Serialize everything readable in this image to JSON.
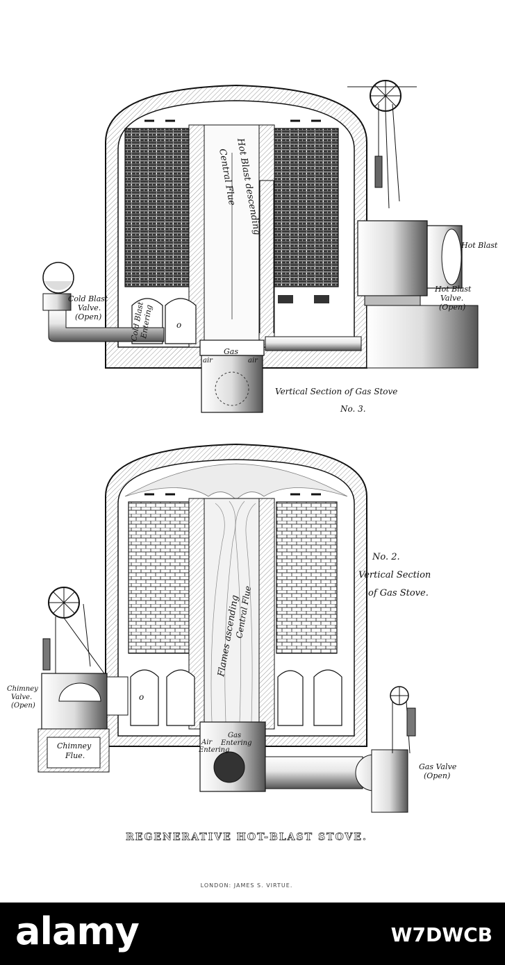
{
  "plate": {
    "stove3": {
      "caption_line1": "Vertical Section of Gas Stove",
      "caption_line2": "No. 3.",
      "label_hot_blast_descending": "Hot Blast descending",
      "label_central_flue": "Central Flue",
      "label_cold_blast_valve_1": "Cold Blast",
      "label_cold_blast_valve_2": "Valve.",
      "label_cold_blast_valve_3": "(Open)",
      "label_cold_blast_entering_1": "Cold Blast",
      "label_cold_blast_entering_2": "Entering",
      "label_hot_blast": "Hot Blast",
      "label_hot_blast_valve_1": "Hot Blast",
      "label_hot_blast_valve_2": "Valve.",
      "label_hot_blast_valve_3": "(Open)",
      "label_gas": "Gas",
      "label_air_left": "air",
      "label_air_right": "air",
      "label_o": "o"
    },
    "stove2": {
      "caption_line1": "No. 2.",
      "caption_line2": "Vertical Section",
      "caption_line3": "of Gas Stove.",
      "label_flames_ascending": "Flames ascending",
      "label_central_flue": "Central Flue",
      "label_chimney_valve_1": "Chimney",
      "label_chimney_valve_2": "Valve.",
      "label_chimney_valve_3": "(Open)",
      "label_chimney_flue_1": "Chimney",
      "label_chimney_flue_2": "Flue.",
      "label_gas_entering_1": "Gas",
      "label_gas_entering_2": "Entering",
      "label_air_entering_1": "Air",
      "label_air_entering_2": "Entering",
      "label_gas_valve_1": "Gas Valve",
      "label_gas_valve_2": "(Open)",
      "label_o": "o"
    },
    "title": "REGENERATIVE HOT-BLAST STOVE.",
    "publisher": "LONDON: JAMES S. VIRTUE."
  },
  "footer": {
    "brand": "alamy",
    "stock_id": "W7DWCB"
  }
}
